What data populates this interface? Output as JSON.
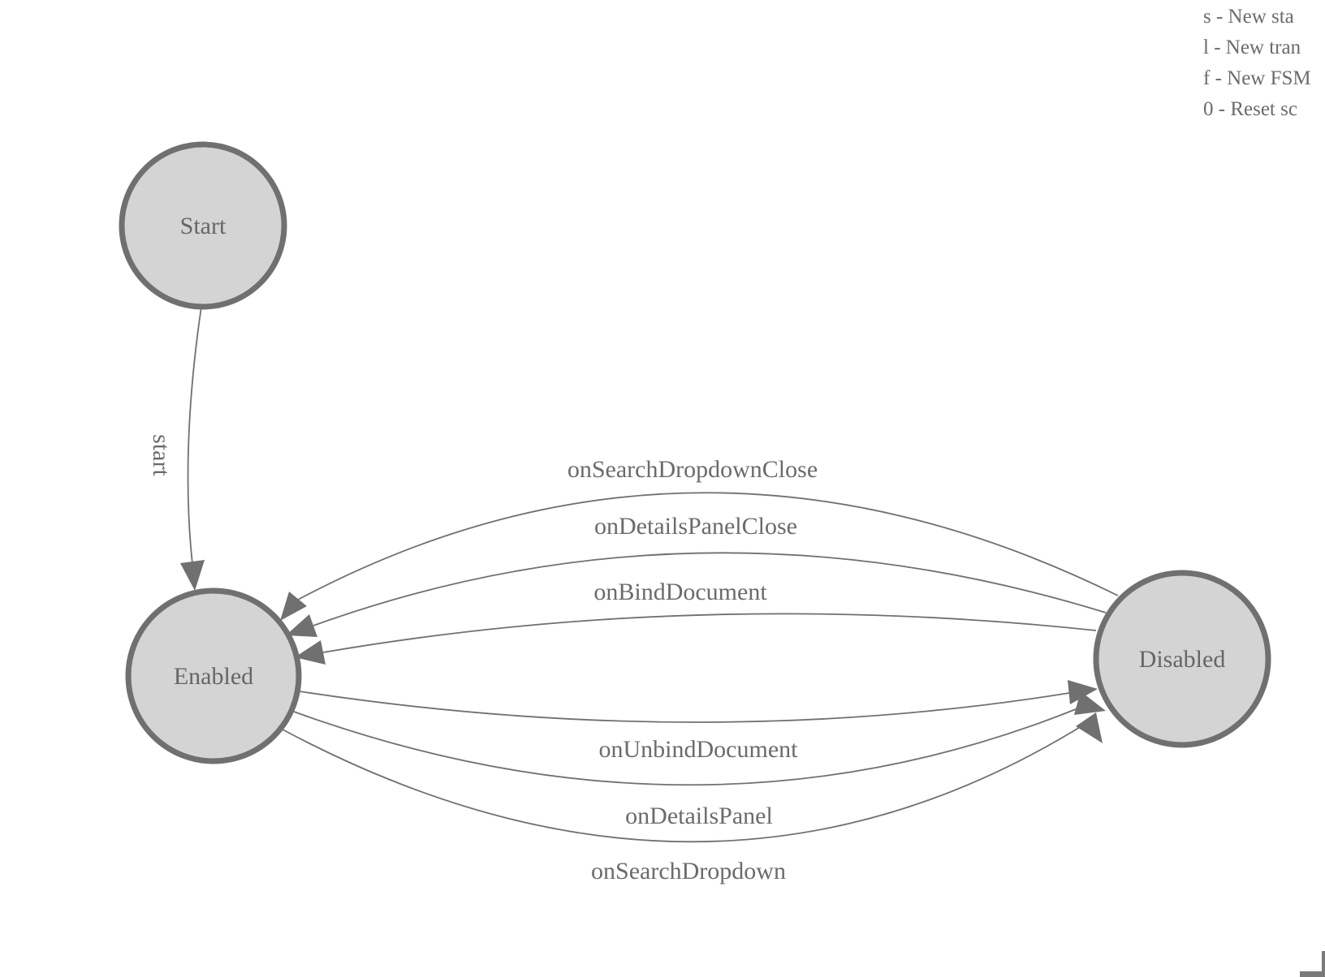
{
  "legend": {
    "lines": [
      "s - New sta",
      "l - New tran",
      "f - New FSM",
      "0 - Reset sc"
    ]
  },
  "diagram": {
    "type": "finite-state-machine",
    "states": [
      {
        "label": "Start"
      },
      {
        "label": "Enabled"
      },
      {
        "label": "Disabled"
      }
    ],
    "transitions": [
      {
        "label": "start",
        "from": "Start",
        "to": "Enabled"
      },
      {
        "label": "onSearchDropdownClose",
        "from": "Disabled",
        "to": "Enabled"
      },
      {
        "label": "onDetailsPanelClose",
        "from": "Disabled",
        "to": "Enabled"
      },
      {
        "label": "onBindDocument",
        "from": "Disabled",
        "to": "Enabled"
      },
      {
        "label": "onUnbindDocument",
        "from": "Enabled",
        "to": "Disabled"
      },
      {
        "label": "onDetailsPanel",
        "from": "Enabled",
        "to": "Disabled"
      },
      {
        "label": "onSearchDropdown",
        "from": "Enabled",
        "to": "Disabled"
      }
    ],
    "colors": {
      "state_fill": "#d4d4d4",
      "state_stroke": "#707070",
      "edge_stroke": "#707070",
      "arrow_fill": "#707070",
      "label_text": "#666666",
      "legend_text": "#6b6b6b",
      "background": "#ffffff"
    }
  }
}
